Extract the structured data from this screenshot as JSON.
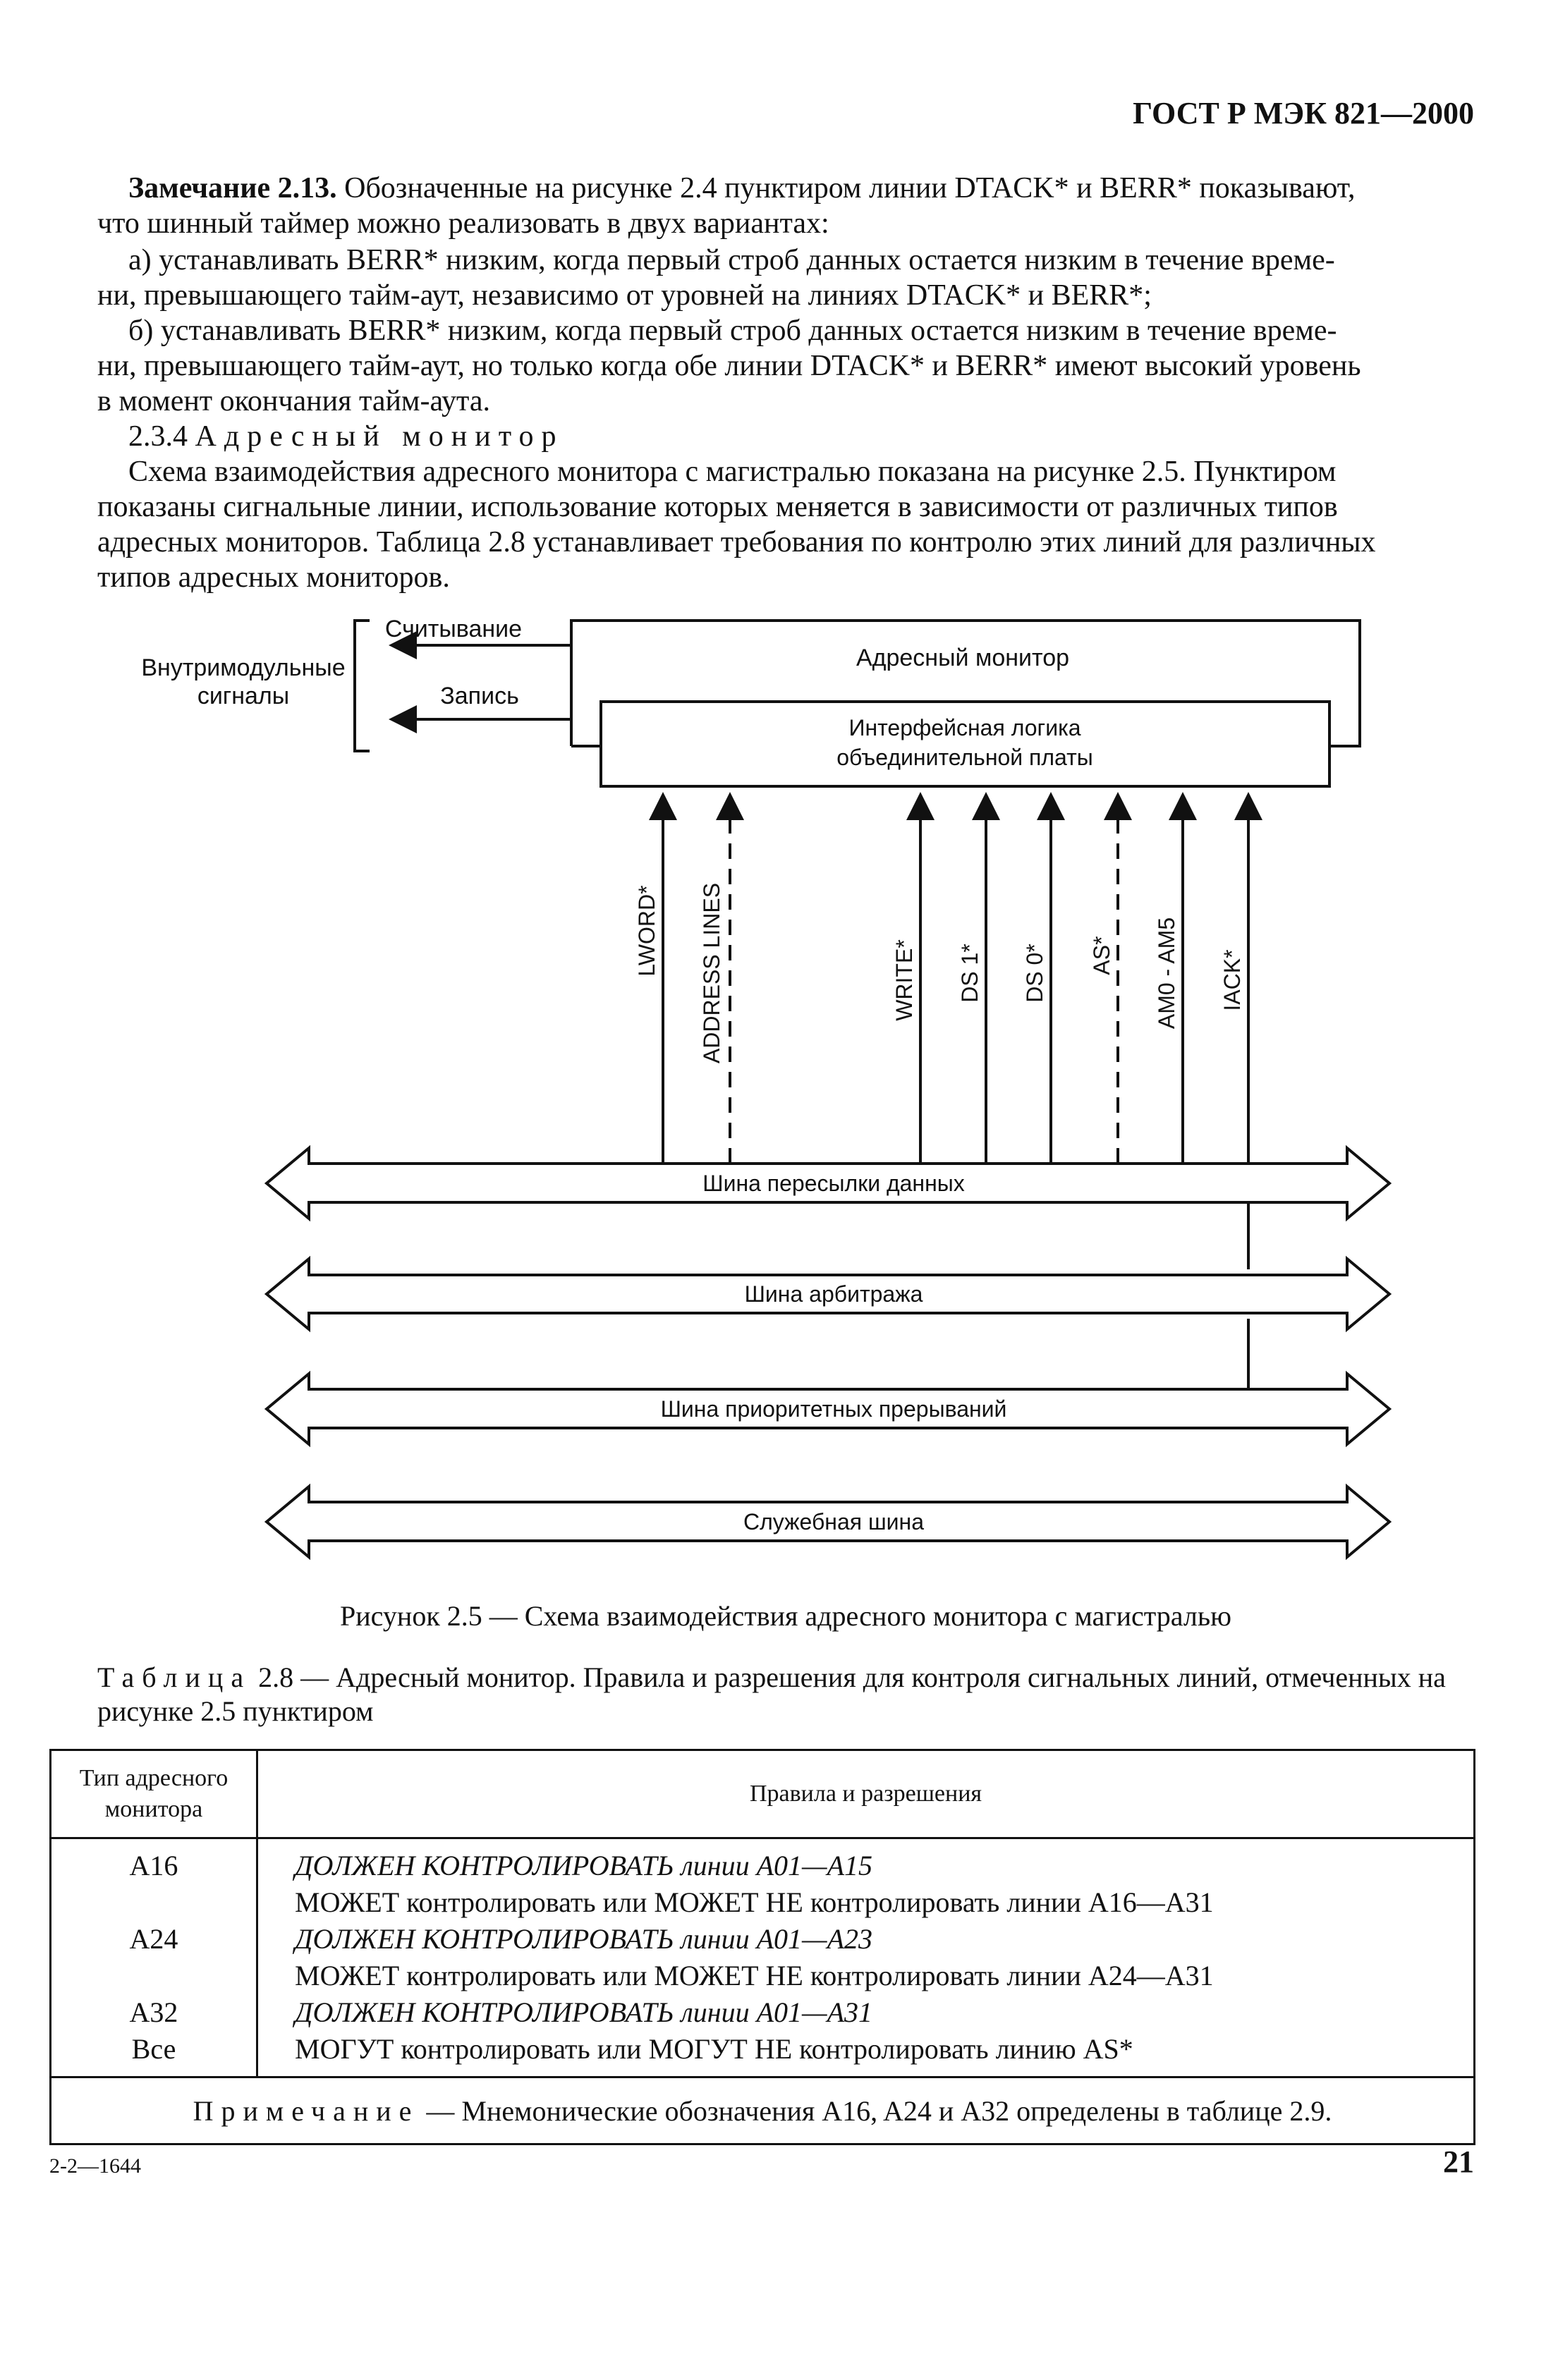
{
  "header": {
    "code": "ГОСТ Р МЭК 821—2000"
  },
  "note_2_13": {
    "label": "Замечание 2.13.",
    "lines": [
      " Обозначенные на рисунке 2.4 пунктиром линии DTACK* и BERR* показывают,",
      "что шинный таймер можно реализовать в двух вариантах:"
    ]
  },
  "item_a": {
    "lines": [
      "а) устанавливать BERR* низким, когда первый строб данных остается низким в течение време-",
      "ни, превышающего тайм-аут, независимо от уровней на линиях DTACK* и BERR*;"
    ]
  },
  "item_b": {
    "lines": [
      "б) устанавливать BERR* низким, когда первый строб данных остается низким в течение време-",
      "ни, превышающего тайм-аут, но только когда обе линии DTACK* и BERR* имеют высокий уровень",
      "в момент окончания тайм-аута."
    ]
  },
  "section": {
    "number": "2.3.4",
    "title": "Адресный монитор"
  },
  "section_text": {
    "lines": [
      "Схема взаимодействия адресного монитора с магистралью показана на рисунке 2.5. Пунктиром",
      "показаны сигнальные линии, использование которых меняется в зависимости от различных типов",
      "адресных мониторов. Таблица 2.8 устанавливает требования по контролю этих линий для различных",
      "типов адресных мониторов."
    ]
  },
  "diagram": {
    "internal_signals_1": "Внутримодульные",
    "internal_signals_2": "сигналы",
    "read_label": "Считывание",
    "write_label": "Запись",
    "monitor_title": "Адресный монитор",
    "interface_1": "Интерфейсная логика",
    "interface_2": "объединительной платы",
    "signals": [
      "LWORD*",
      "ADDRESS LINES",
      "WRITE*",
      "DS 1*",
      "DS 0*",
      "AS*",
      "AM0 - AM5",
      "IACK*"
    ],
    "buses": [
      "Шина пересылки данных",
      "Шина арбитража",
      "Шина приоритетных прерываний",
      "Служебная шина"
    ]
  },
  "figure_caption": "Рисунок 2.5 — Схема взаимодействия адресного монитора с магистралью",
  "table_caption": {
    "prefix": "Таблица",
    "line1": " 2.8 — Адресный монитор. Правила и разрешения для контроля сигнальных линий, отмеченных на",
    "line2": "рисунке 2.5 пунктиром"
  },
  "table": {
    "col1_header_1": "Тип адресного",
    "col1_header_2": "монитора",
    "col2_header": "Правила и разрешения",
    "types": [
      "A16",
      "",
      "A24",
      "",
      "A32",
      "Все"
    ],
    "rules": [
      "ДОЛЖЕН КОНТРОЛИРОВАТЬ линии A01—A15",
      "МОЖЕТ контролировать или МОЖЕТ НЕ контролировать линии A16—A31",
      "ДОЛЖЕН КОНТРОЛИРОВАТЬ линии A01—A23",
      "МОЖЕТ контролировать или МОЖЕТ НЕ контролировать линии A24—A31",
      "ДОЛЖЕН КОНТРОЛИРОВАТЬ линии A01—A31",
      "МОГУТ контролировать или МОГУТ НЕ контролировать линию AS*"
    ],
    "note_prefix": "Примечание",
    "note_text": " — Мнемонические обозначения A16, A24 и A32 определены в таблице 2.9."
  },
  "footer": {
    "left": "2-2—1644",
    "page": "21"
  }
}
